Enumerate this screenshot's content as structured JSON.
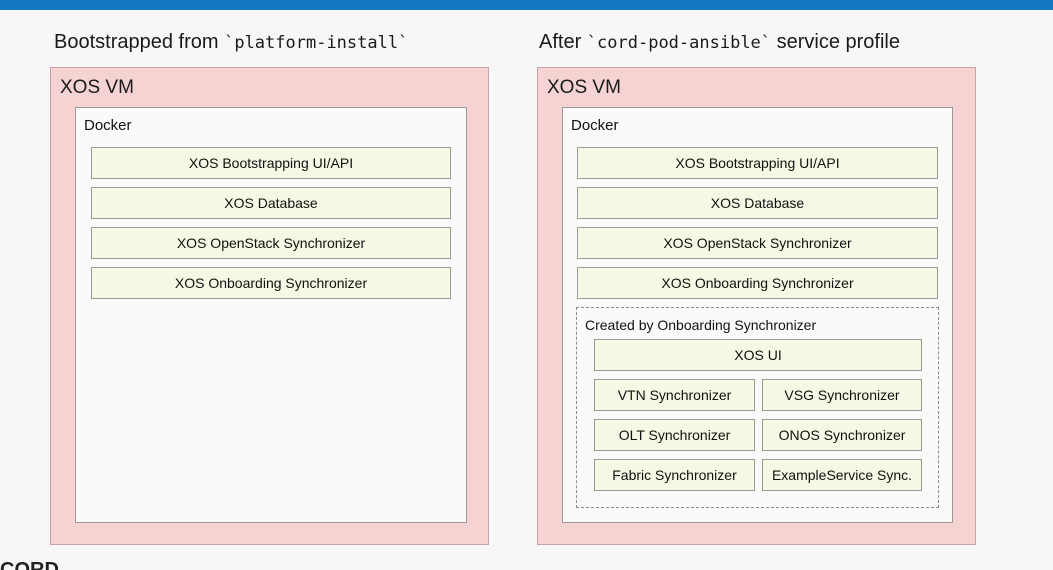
{
  "left": {
    "heading_prefix": "Bootstrapped from ",
    "heading_code": "`platform-install`",
    "vm_label": "XOS VM",
    "docker_label": "Docker",
    "components": [
      "XOS Bootstrapping UI/API",
      "XOS Database",
      "XOS OpenStack Synchronizer",
      "XOS Onboarding Synchronizer"
    ]
  },
  "right": {
    "heading_prefix": "After ",
    "heading_code": "`cord-pod-ansible`",
    "heading_suffix": " service profile",
    "vm_label": "XOS VM",
    "docker_label": "Docker",
    "components": [
      "XOS Bootstrapping UI/API",
      "XOS Database",
      "XOS OpenStack Synchronizer",
      "XOS Onboarding Synchronizer"
    ],
    "created_group": {
      "label": "Created by Onboarding Synchronizer",
      "full_width": "XOS UI",
      "grid": [
        "VTN Synchronizer",
        "VSG Synchronizer",
        "OLT Synchronizer",
        "ONOS Synchronizer",
        "Fabric Synchronizer",
        "ExampleService Sync."
      ]
    }
  },
  "footer": {
    "logo_text": "CORD"
  },
  "colors": {
    "top_bar": "#1378c0",
    "vm_fill": "#f6d3d3",
    "component_fill": "#f6f7e4"
  }
}
